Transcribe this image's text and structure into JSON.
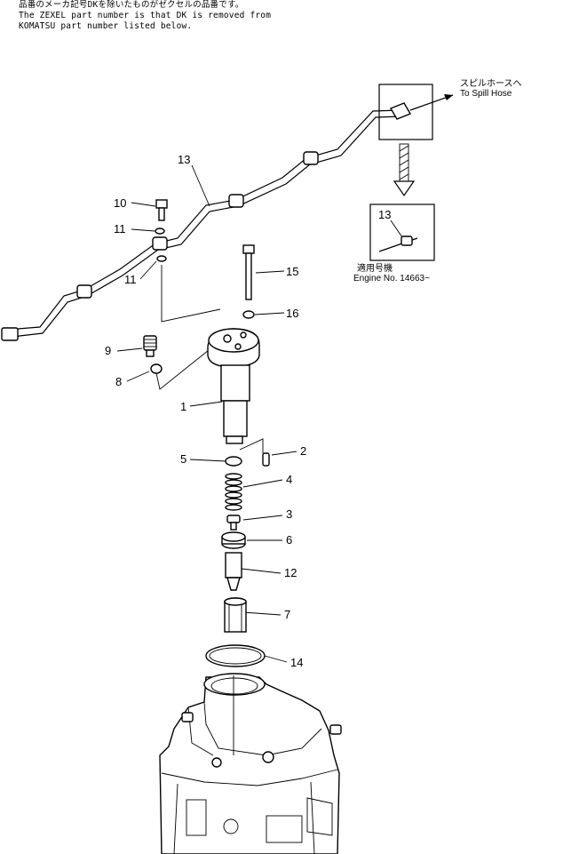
{
  "header": {
    "line_ja": "品番のメーカ記号DKを除いたものがゼクセルの品番です。",
    "line_en1": "The ZEXEL part number is that DK is removed from",
    "line_en2": "KOMATSU part number listed below."
  },
  "callouts": {
    "p1": "1",
    "p2": "2",
    "p3": "3",
    "p4": "4",
    "p5": "5",
    "p6": "6",
    "p7": "7",
    "p8": "8",
    "p9": "9",
    "p10": "10",
    "p11a": "11",
    "p11b": "11",
    "p12": "12",
    "p13": "13",
    "p14": "14",
    "p15": "15",
    "p16": "16",
    "inset_13": "13"
  },
  "spill_hose": {
    "ja": "スピルホースへ",
    "en": "To Spill Hose"
  },
  "applicability": {
    "ja": "適用号機",
    "en": "Engine No. 14663~"
  }
}
